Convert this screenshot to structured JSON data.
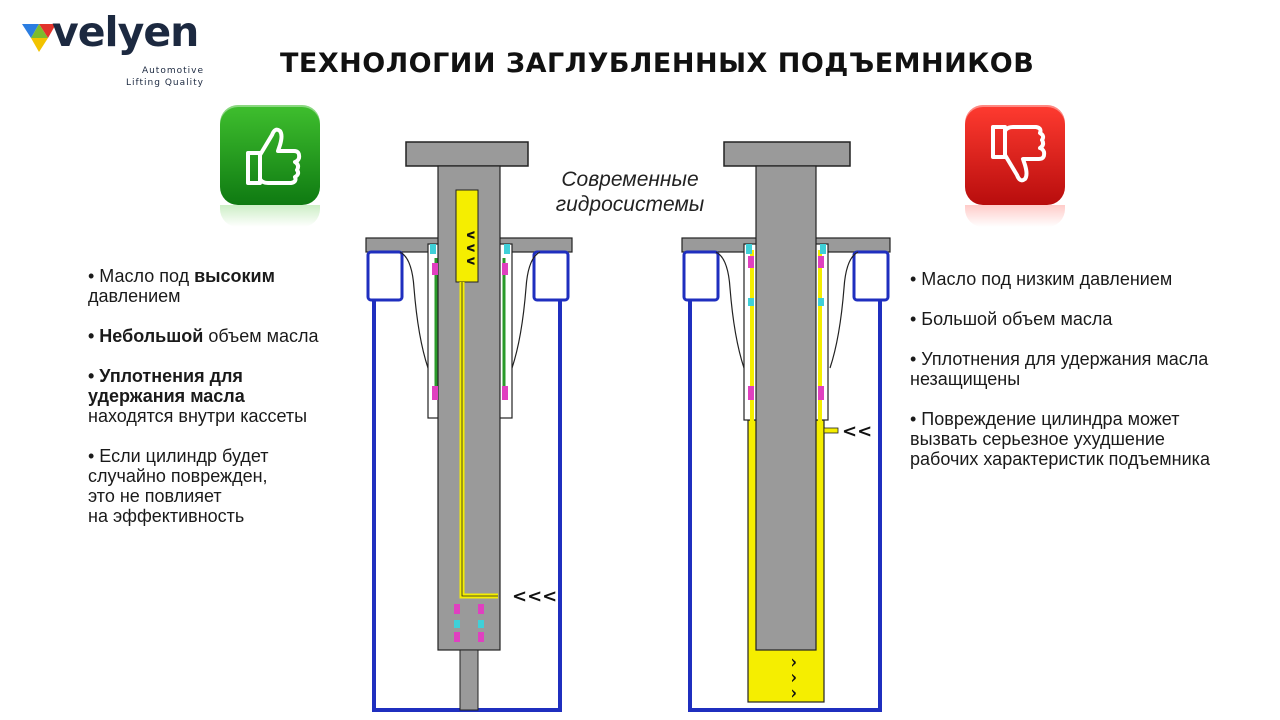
{
  "logo": {
    "name": "velyen",
    "tagline_line1": "Automotive",
    "tagline_line2": "Lifting Quality",
    "colors": [
      "#2b7de1",
      "#f2c300",
      "#e2332b",
      "#7dbb2d"
    ]
  },
  "title": "ТЕХНОЛОГИИ ЗАГЛУБЛЕННЫХ ПОДЪЕМНИКОВ",
  "center_label": {
    "line1": "Современные",
    "line2": "гидросистемы"
  },
  "icons": {
    "positive": "thumbs-up-icon",
    "negative": "thumbs-down-icon",
    "positive_color": "#1a9a1a",
    "negative_color": "#e0201a"
  },
  "left_list": {
    "item1": {
      "pre": "• Масло под ",
      "bold": "высоким",
      "post": "давлением"
    },
    "item2": {
      "bold": "• Небольшой",
      "post": " объем масла"
    },
    "item3": {
      "bold1": "• Уплотнения для",
      "bold2": "удержания масла",
      "post": "находятся внутри кассеты"
    },
    "item4": {
      "line1": "• Если цилиндр будет",
      "line2": "случайно поврежден,",
      "line3": "это не повлияет",
      "line4": "на эффективность"
    }
  },
  "right_list": {
    "item1": "• Масло под низким давлением",
    "item2": "• Большой объем масла",
    "item3": {
      "line1": "• Уплотнения для удержания масла",
      "line2": "незащищены"
    },
    "item4": {
      "line1": "• Повреждение цилиндра может",
      "line2": "вызвать серьезное ухудшение",
      "line3": "рабочих характеристик подъемника"
    }
  },
  "diagram_marks": {
    "left_arrows": "<<<",
    "right_arrows": "<<",
    "left_chevrons": "v v v",
    "right_chevrons": "^ ^ ^",
    "colors": {
      "cylinder": "#1f2fbf",
      "piston": "#9a9a9a",
      "oil": "#f5ee00",
      "seal_pink": "#e040c0",
      "seal_cyan": "#3fd0d8",
      "seal_green": "#2a9a2a"
    }
  }
}
